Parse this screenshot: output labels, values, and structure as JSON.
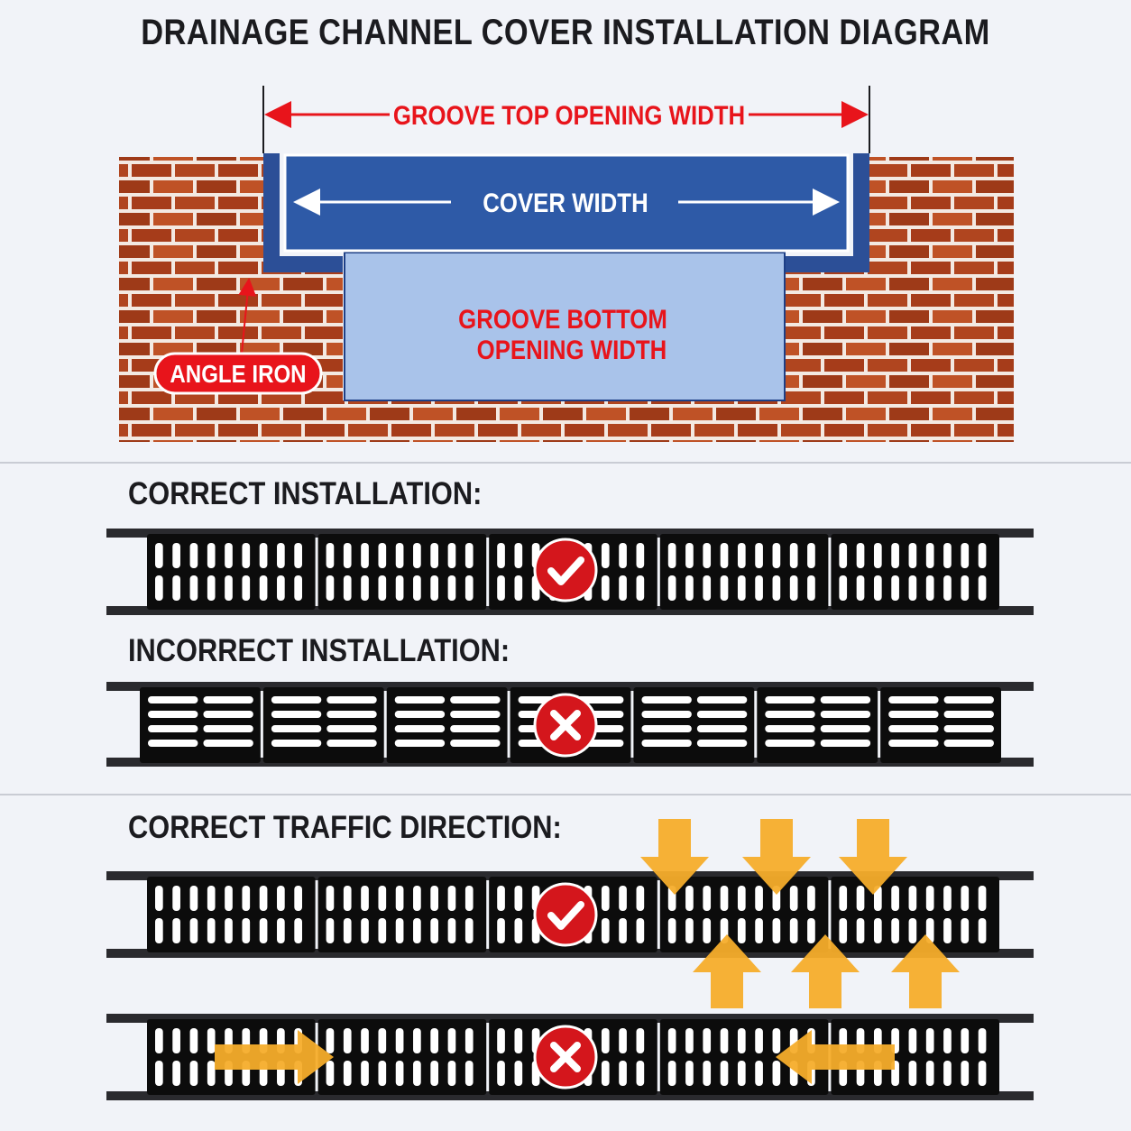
{
  "title": "DRAINAGE CHANNEL COVER INSTALLATION DIAGRAM",
  "diagram": {
    "top_label": "GROOVE TOP OPENING WIDTH",
    "cover_label": "COVER WIDTH",
    "bottom_label_line1": "GROOVE BOTTOM",
    "bottom_label_line2": "OPENING WIDTH",
    "angle_iron_label": "ANGLE IRON"
  },
  "sections": {
    "correct_installation": "CORRECT INSTALLATION:",
    "incorrect_installation": "INCORRECT INSTALLATION:",
    "correct_traffic": "CORRECT TRAFFIC DIRECTION:"
  },
  "colors": {
    "brick": "#b0451f",
    "cover_blue": "#2e5aa7",
    "groove_light_blue": "#a9c3ea",
    "label_red": "#e8141b",
    "arrow_orange": "#f6ad2b",
    "grate_black": "#0c0c0c"
  },
  "icons": {
    "correct": "check-icon",
    "incorrect": "cross-icon",
    "traffic": "arrow-icon"
  }
}
